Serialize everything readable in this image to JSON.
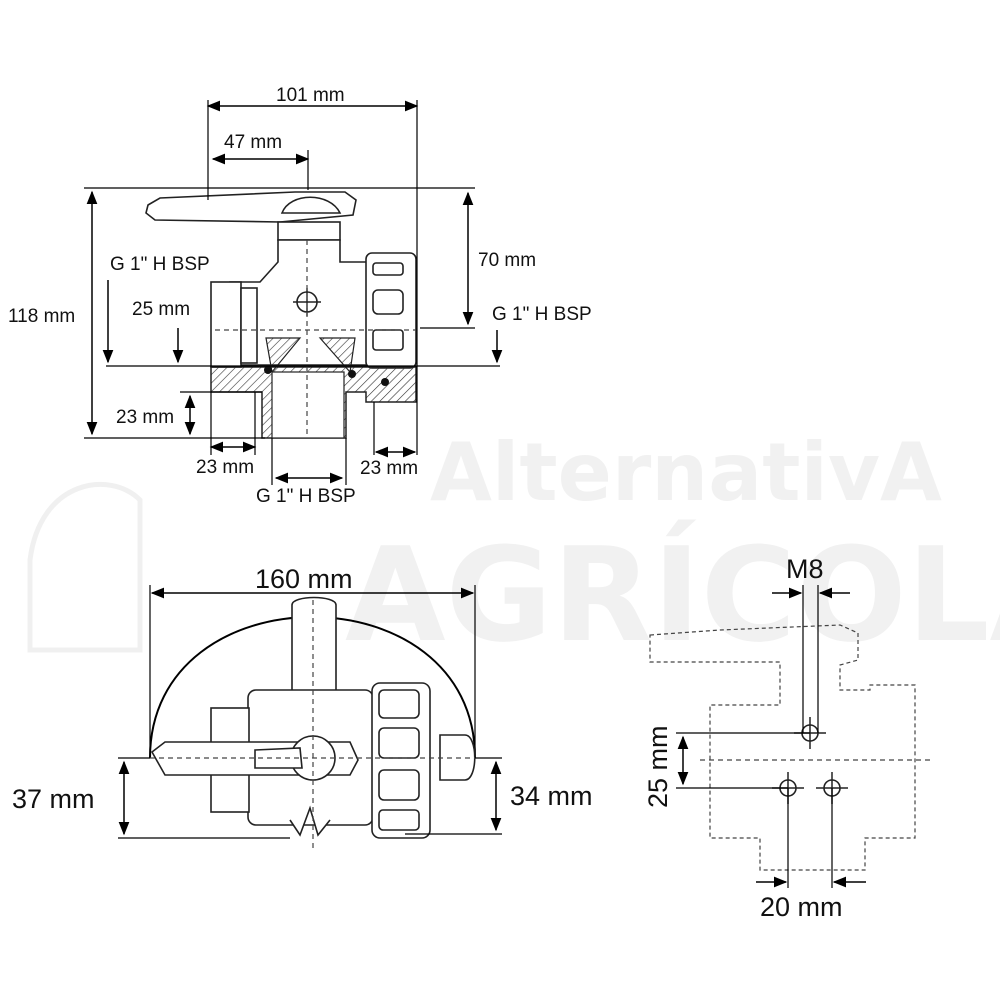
{
  "watermark": {
    "line1": "AlternativA",
    "line2": "AGRÍCOLA"
  },
  "top_view": {
    "width_overall": "101 mm",
    "handle_offset": "47 mm",
    "height_overall": "118 mm",
    "height_upper": "70 mm",
    "port_left": "G 1\" H BSP",
    "port_right": "G 1\" H BSP",
    "port_bottom": "G 1\" H BSP",
    "port_depth": "25 mm",
    "bottom_height": "23 mm",
    "bottom_left": "23 mm",
    "bottom_right": "23 mm"
  },
  "plan_view": {
    "handle_sweep": "160 mm",
    "left_height": "37 mm",
    "right_height": "34 mm"
  },
  "side_view": {
    "thread": "M8",
    "vertical_spacing": "25 mm",
    "horizontal_spacing": "20 mm"
  },
  "colors": {
    "line": "#222222",
    "watermark": "#f1f1f1"
  }
}
